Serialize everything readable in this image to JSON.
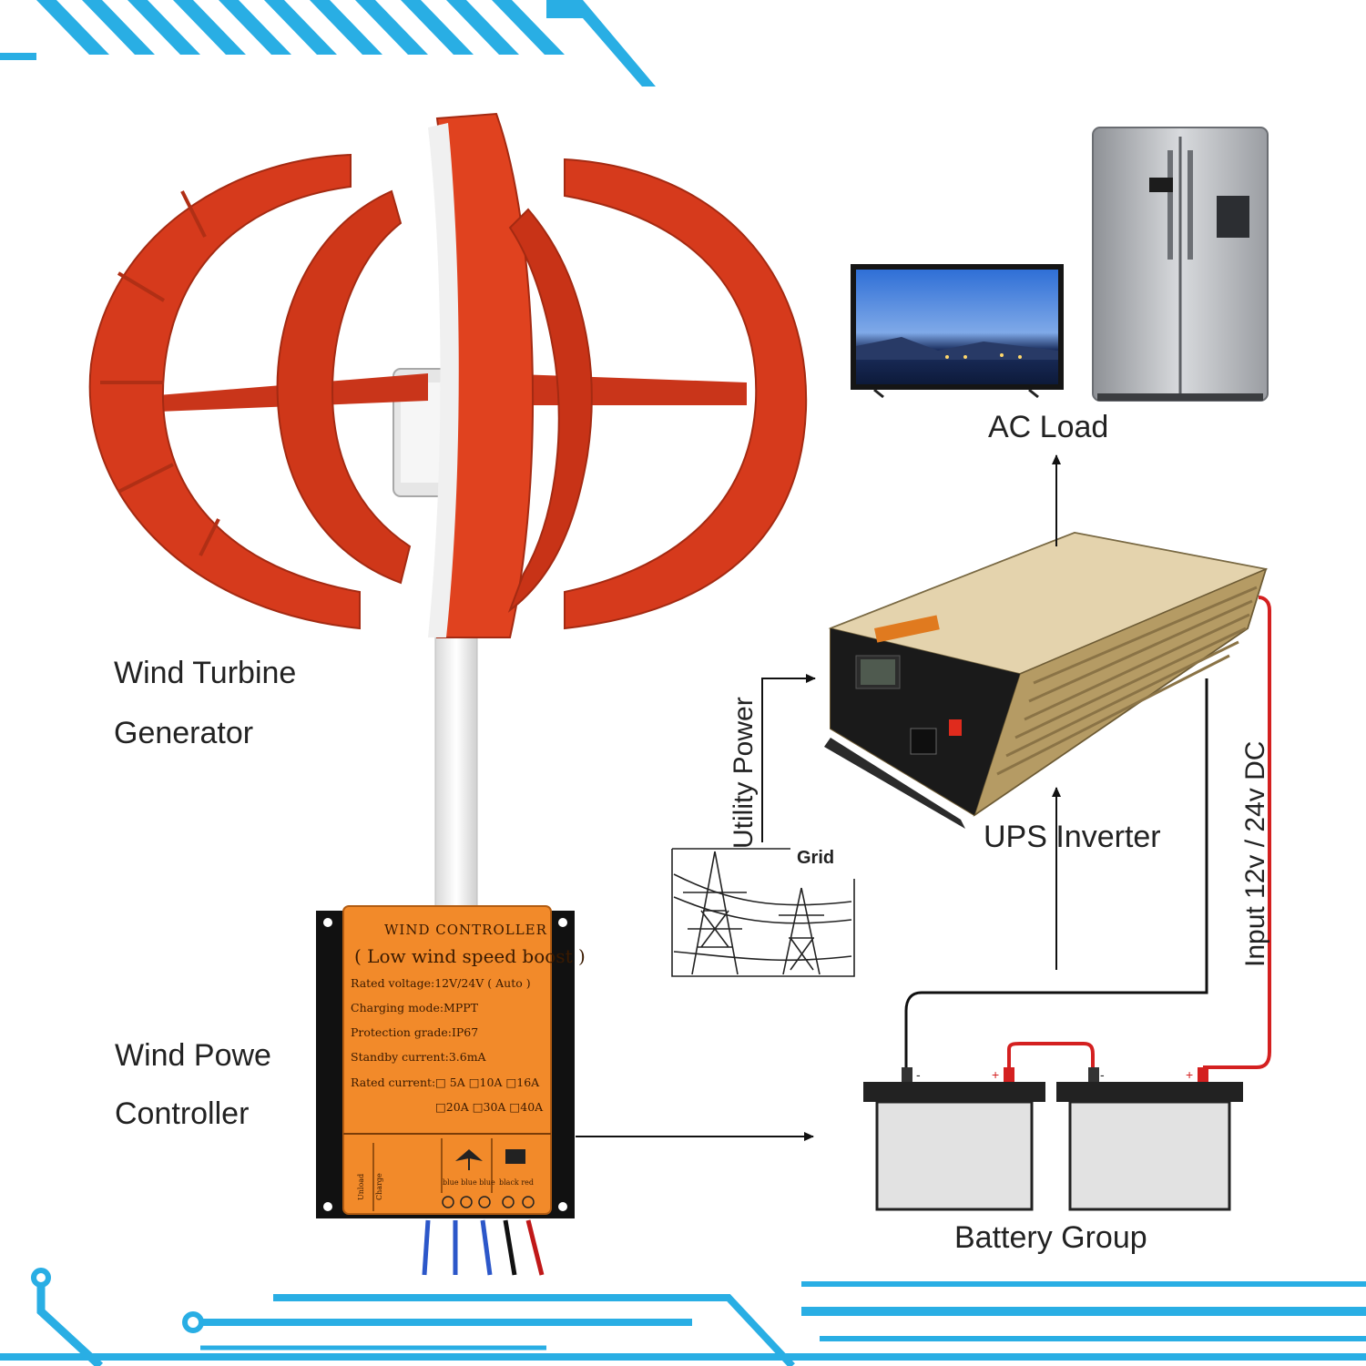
{
  "labels": {
    "wind_turbine_line1": "Wind Turbine",
    "wind_turbine_line2": "Generator",
    "wind_controller_line1": "Wind Powe",
    "wind_controller_line2": "Controller",
    "ac_load": "AC Load",
    "ups_inverter": "UPS Inverter",
    "utility_power": "Utility Power",
    "grid": "Grid",
    "input_dc": "Input 12v / 24v DC",
    "battery_group": "Battery Group"
  },
  "controller_panel": {
    "title": "WIND CONTROLLER",
    "subtitle": "( Low wind speed boost )",
    "rated_voltage": "Rated voltage:12V/24V ( Auto )",
    "charging_mode": "Charging mode:MPPT",
    "protection_grade": "Protection grade:IP67",
    "standby_current": "Standby current:3.6mA",
    "rated_current_label": "Rated current:",
    "current_options_row1": "□ 5A □10A □16A",
    "current_options_row2": "□20A □30A □40A",
    "terminal_labels": "blue blue blue",
    "battery_terminal_labels": "black red",
    "unload": "Unload",
    "charge": "Charge"
  },
  "colors": {
    "turbine_red": "#d63a1c",
    "controller_orange": "#f28a2a",
    "accent_blue": "#29aee4",
    "wire_red": "#d42020",
    "wire_black": "#111111"
  }
}
